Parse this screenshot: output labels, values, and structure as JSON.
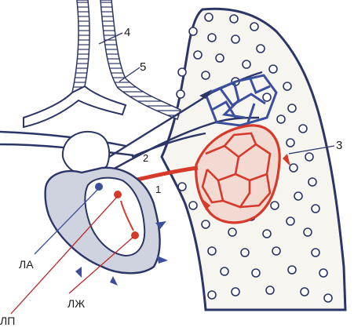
{
  "labels": {
    "l4": "4",
    "l5": "5",
    "l3": "3",
    "l2": "2",
    "l1": "1",
    "la": "ЛА",
    "lp": "ЛП",
    "lzh": "ЛЖ"
  },
  "colors": {
    "outline": "#2b3566",
    "vessel_blue": "#3b4f9e",
    "vessel_red": "#d53a2a",
    "lung_fill": "#f7f5ef",
    "septum_fill": "#cfd3df",
    "leader": "#c0282a",
    "leader_blue": "#3b4f9e",
    "text": "#1a1a1a"
  }
}
